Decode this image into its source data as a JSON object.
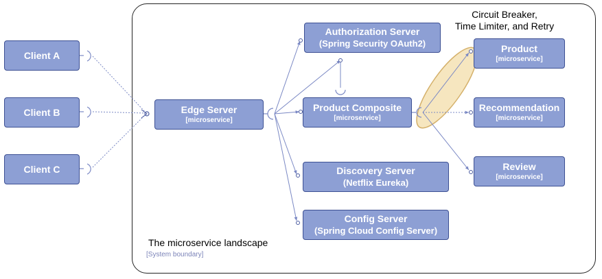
{
  "clients": [
    {
      "title": "Client A"
    },
    {
      "title": "Client B"
    },
    {
      "title": "Client C"
    }
  ],
  "edge_server": {
    "title": "Edge Server",
    "subtitle": "[microservice]"
  },
  "auth_server": {
    "title": "Authorization Server",
    "subtitle": "(Spring Security OAuth2)"
  },
  "product_composite": {
    "title": "Product Composite",
    "subtitle": "[microservice]"
  },
  "discovery_server": {
    "title": "Discovery Server",
    "subtitle": "(Netflix Eureka)"
  },
  "config_server": {
    "title": "Config Server",
    "subtitle": "(Spring Cloud Config Server)"
  },
  "product": {
    "title": "Product",
    "subtitle": "[microservice]"
  },
  "recommendation": {
    "title": "Recommendation",
    "subtitle": "[microservice]"
  },
  "review": {
    "title": "Review",
    "subtitle": "[microservice]"
  },
  "annotation": {
    "line1": "Circuit Breaker,",
    "line2": "Time Limiter, and Retry"
  },
  "boundary": {
    "title": "The microservice landscape",
    "subtitle": "[System boundary]"
  },
  "colors": {
    "box_fill": "#8d9fd4",
    "box_border": "#3c4f92",
    "connector": "#7a88c4",
    "highlight_fill": "#f6e6bf",
    "highlight_border": "#d4b06a"
  }
}
